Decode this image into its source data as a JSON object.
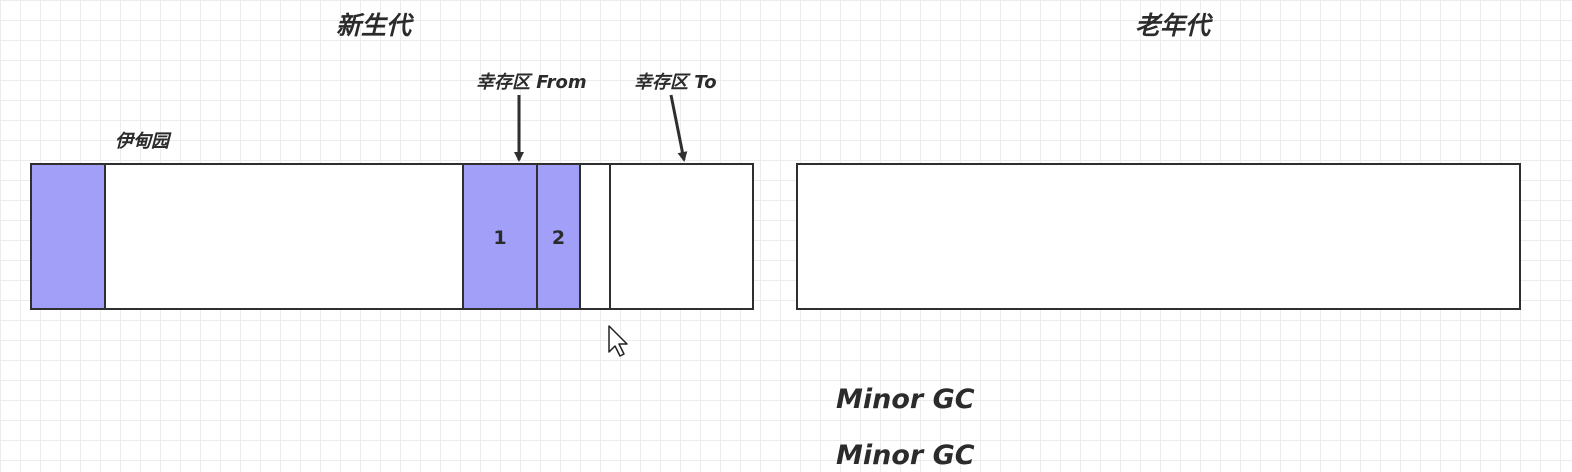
{
  "headings": {
    "young": "新生代",
    "old": "老年代"
  },
  "labels": {
    "eden": "伊甸园",
    "survivor_from": "幸存区 From",
    "survivor_to": "幸存区 To"
  },
  "young_gen": {
    "blocks": [
      "1",
      "2"
    ]
  },
  "gc_log": [
    "Minor GC",
    "Minor GC"
  ],
  "colors": {
    "object_fill": "#a19ff7",
    "border": "#2f2f2f",
    "grid": "#ececec"
  },
  "icons": [
    "arrow-down-icon",
    "arrow-down-icon",
    "mouse-cursor-icon"
  ]
}
